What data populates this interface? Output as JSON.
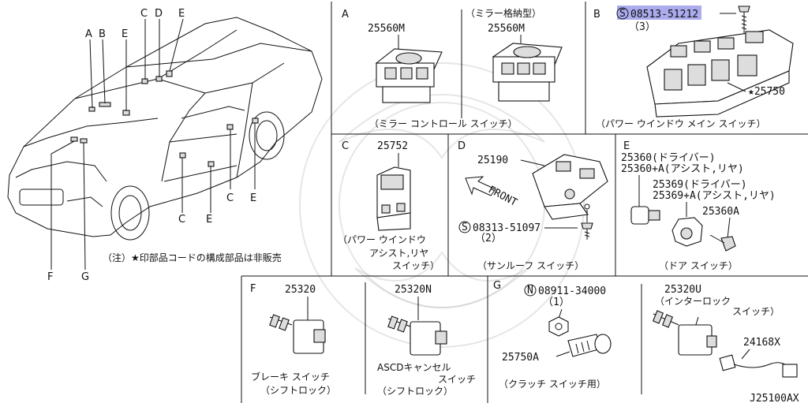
{
  "sections": {
    "A": {
      "letter": "A",
      "part_left": "25560M",
      "note": "（ミラー格納型）",
      "part_right": "25560M",
      "caption": "（ミラー コントロール スイッチ）"
    },
    "B": {
      "letter": "B",
      "bolt_prefix": "S",
      "bolt_code_hl": "08513-512",
      "bolt_code_rest": "12",
      "bolt_qty": "（3）",
      "part": "★25750",
      "caption": "（パワー ウインドウ メイン スイッチ）"
    },
    "C": {
      "letter": "C",
      "part": "25752",
      "caption1": "（パワー ウインドウ",
      "caption2": "アシスト,リヤ",
      "caption3": "スイッチ）"
    },
    "D": {
      "letter": "D",
      "part": "25190",
      "front": "FRONT",
      "bolt_prefix": "S",
      "bolt_code": "08313-51097",
      "bolt_qty": "（2）",
      "caption": "（サンルーフ スイッチ）"
    },
    "E": {
      "letter": "E",
      "line1": "25360(ドライバー)",
      "line2": "25360+A(アシスト,リヤ)",
      "line3": "25369(ドライバー)",
      "line4": "25369+A(アシスト,リヤ)",
      "part_a": "25360A",
      "caption": "（ドア スイッチ）"
    },
    "F": {
      "letter": "F",
      "part_left": "25320",
      "caption_left1": "ブレーキ スイッチ",
      "caption_left2": "（シフトロック）",
      "part_right": "25320N",
      "caption_right1": "ASCDキャンセル",
      "caption_right2": "スイッチ",
      "caption_right3": "（シフトロック）"
    },
    "G": {
      "letter": "G",
      "nut_prefix": "N",
      "nut_code": "08911-34000",
      "nut_qty": "（1）",
      "part": "25750A",
      "caption": "（クラッチ スイッチ用）",
      "interlock_part": "25320U",
      "interlock_caption1": "（インターロック",
      "interlock_caption2": "スイッチ）",
      "harness_part": "24168X"
    }
  },
  "car_callouts": [
    "A",
    "B",
    "E",
    "C",
    "D",
    "E",
    "E",
    "C",
    "E",
    "C",
    "F",
    "G"
  ],
  "note": "（注）★印部品コードの構成部品は非販売",
  "diagram_code": "J25100AX",
  "colors": {
    "highlight": "#8f8fe8",
    "line": "#111111"
  }
}
